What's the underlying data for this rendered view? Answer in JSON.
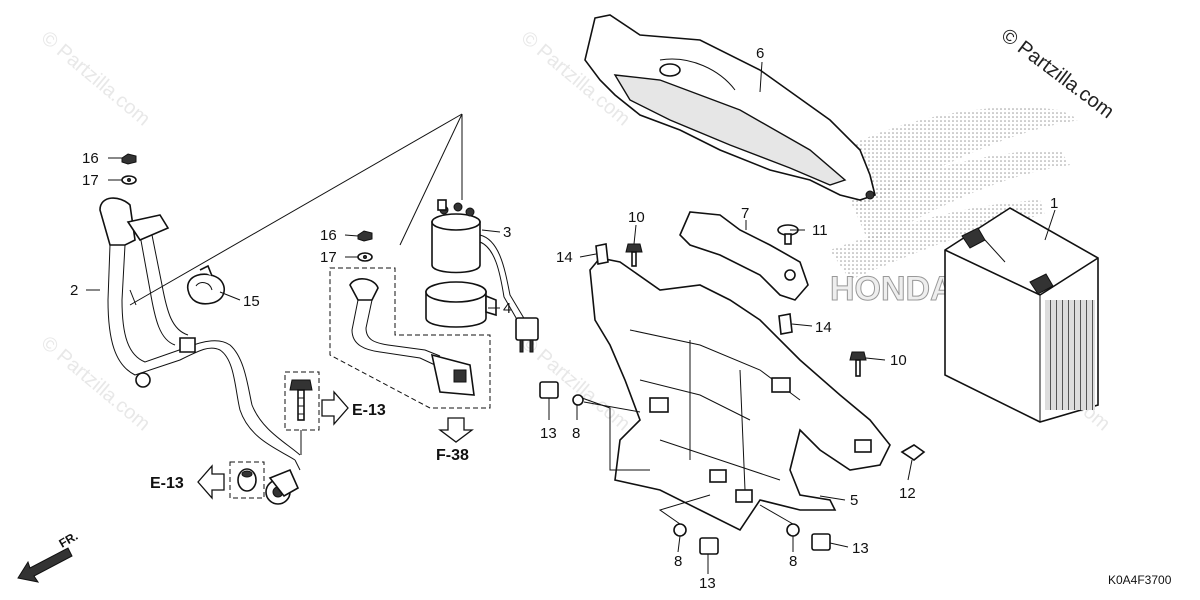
{
  "watermark": {
    "brand": "© Partzilla.com",
    "faint": "© Partzilla.com"
  },
  "diagram_code": "K0A4F3700",
  "front_marker": "FR.",
  "references": {
    "e13_right": "E-13",
    "e13_left": "E-13",
    "f38": "F-38"
  },
  "callouts": {
    "c1": "1",
    "c2": "2",
    "c3": "3",
    "c4": "4",
    "c5": "5",
    "c6": "6",
    "c7": "7",
    "c8a": "8",
    "c8b": "8",
    "c8c": "8",
    "c10a": "10",
    "c10b": "10",
    "c11": "11",
    "c12": "12",
    "c13a": "13",
    "c13b": "13",
    "c13c": "13",
    "c14a": "14",
    "c14b": "14",
    "c15": "15",
    "c16a": "16",
    "c16b": "16",
    "c17a": "17",
    "c17b": "17"
  }
}
